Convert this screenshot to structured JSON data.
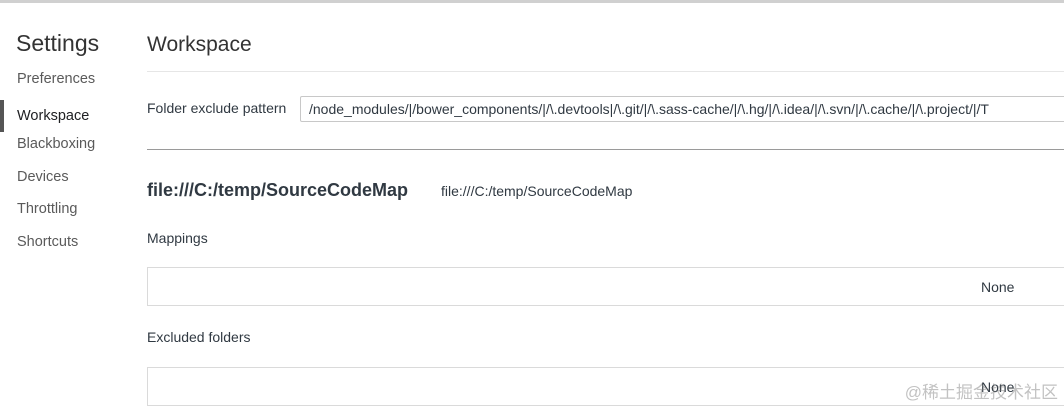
{
  "sidebar": {
    "title": "Settings",
    "items": [
      {
        "label": "Preferences"
      },
      {
        "label": "Workspace"
      },
      {
        "label": "Blackboxing"
      },
      {
        "label": "Devices"
      },
      {
        "label": "Throttling"
      },
      {
        "label": "Shortcuts"
      }
    ],
    "selected": "Workspace"
  },
  "main": {
    "title": "Workspace",
    "folder_exclude": {
      "label": "Folder exclude pattern",
      "value": "/node_modules/|/bower_components/|/\\.devtools|/\\.git/|/\\.sass-cache/|/\\.hg/|/\\.idea/|/\\.svn/|/\\.cache/|/\\.project/|/T"
    },
    "file_system": {
      "title": "file:///C:/temp/SourceCodeMap",
      "path": "file:///C:/temp/SourceCodeMap"
    },
    "mappings": {
      "label": "Mappings",
      "empty_text": "None"
    },
    "excluded_folders": {
      "label": "Excluded folders",
      "empty_text": "None"
    }
  },
  "watermark": "@稀土掘金技术社区"
}
